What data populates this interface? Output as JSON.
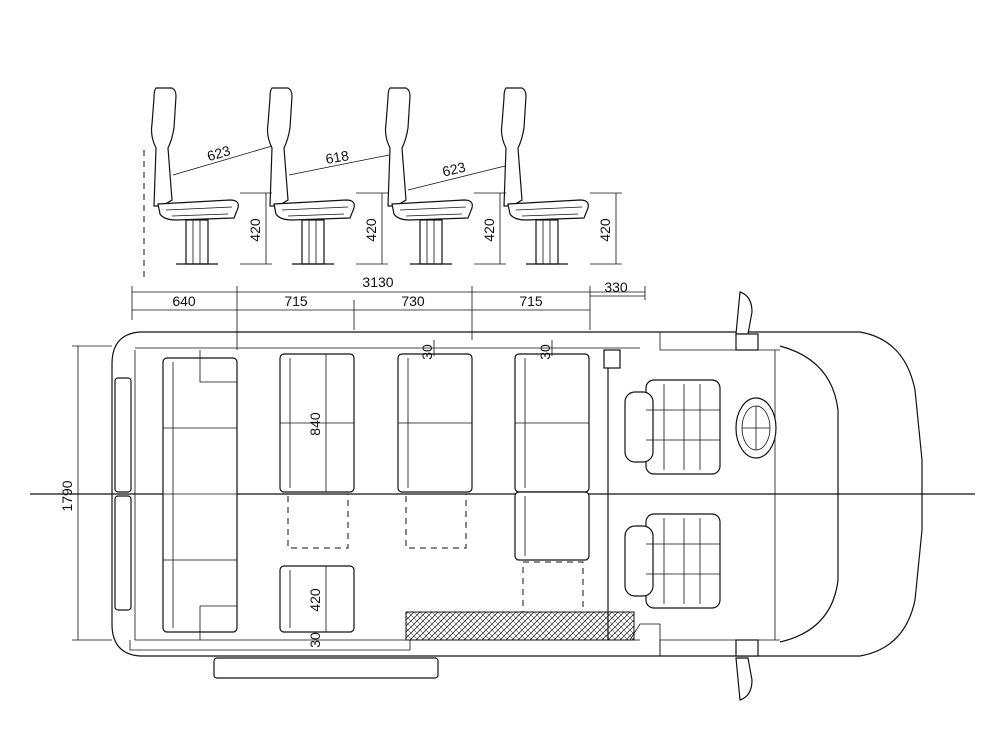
{
  "dimensions": {
    "seat_pitch_1": "623",
    "seat_pitch_2": "618",
    "seat_pitch_3": "623",
    "seat_height_1": "420",
    "seat_height_2": "420",
    "seat_height_3": "420",
    "seat_height_4": "420",
    "total_length": "3130",
    "seg_1": "640",
    "seg_2": "715",
    "seg_3": "730",
    "seg_4": "715",
    "seg_5": "330",
    "gap_1": "30",
    "gap_2": "30",
    "seat_width": "840",
    "vehicle_width": "1790",
    "single_seat_width": "420",
    "aisle_gap": "30"
  }
}
